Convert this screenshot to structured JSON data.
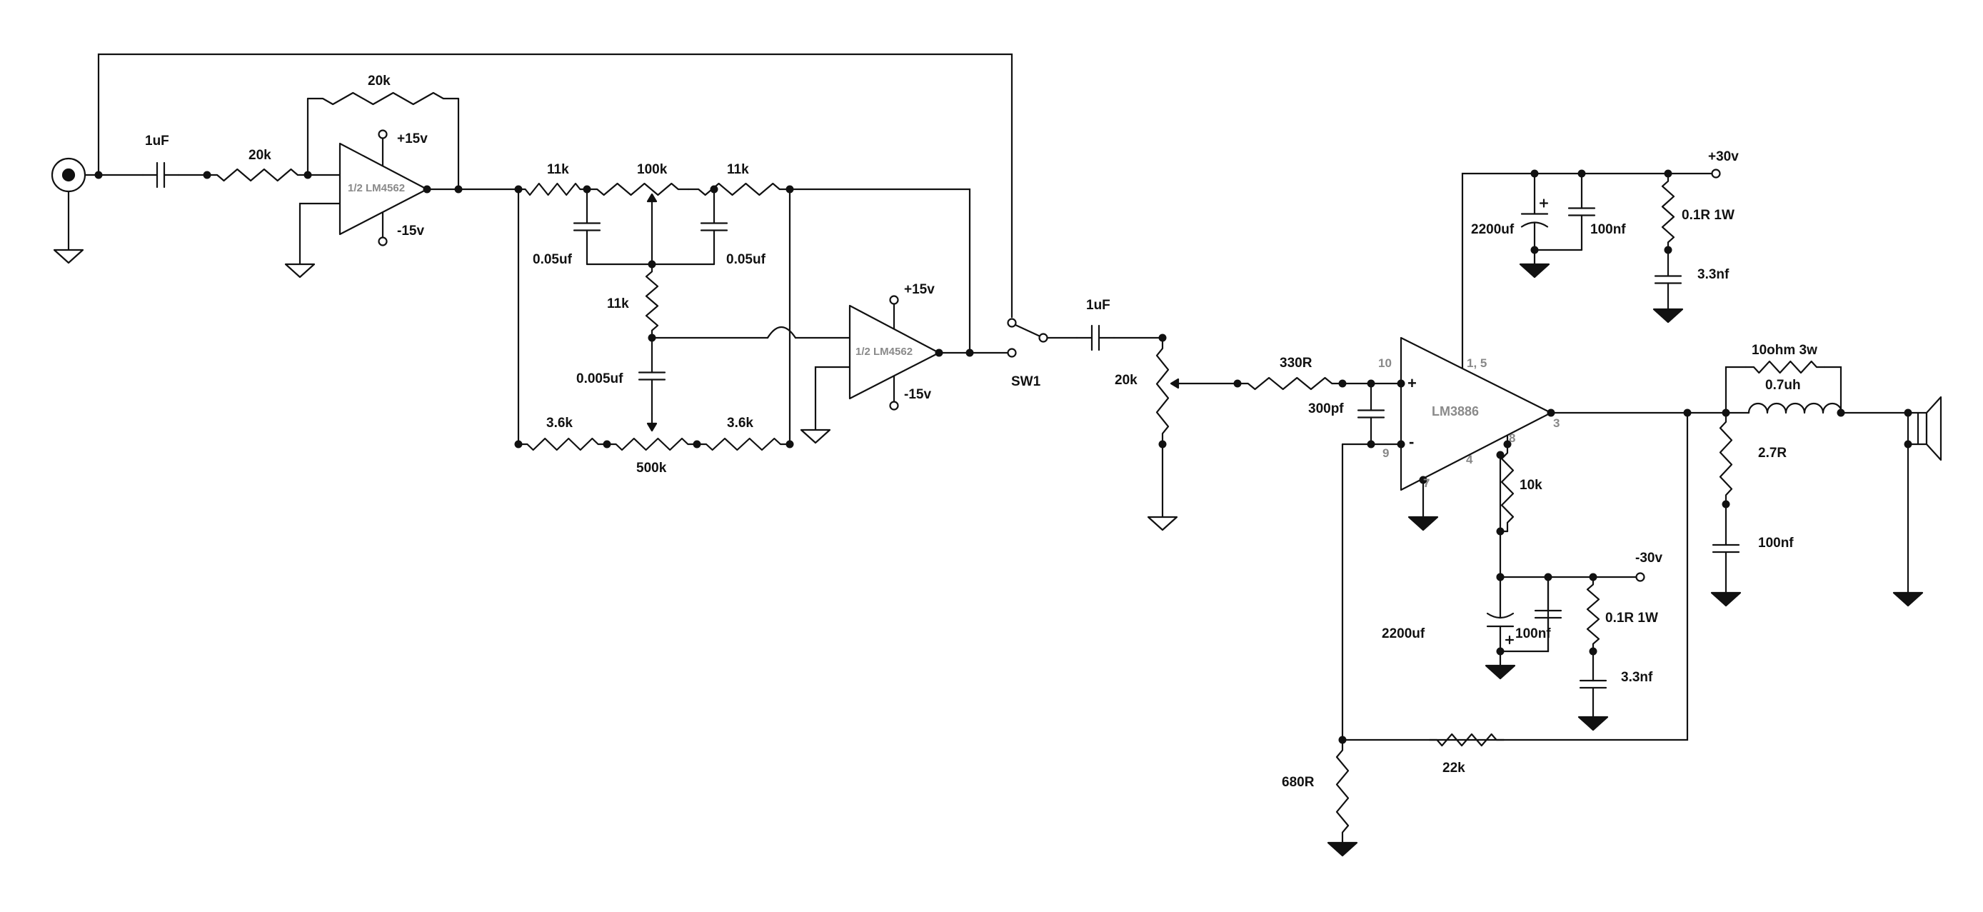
{
  "input_stage": {
    "coupling_cap": "1uF",
    "input_resistor": "20k",
    "feedback_resistor": "20k",
    "opamp": "1/2 LM4562",
    "supply_pos": "+15v",
    "supply_neg": "-15v"
  },
  "tone_stack": {
    "r_top_left": "11k",
    "pot_top": "100k",
    "r_top_right": "11k",
    "cap_left": "0.05uf",
    "cap_right": "0.05uf",
    "r_mid": "11k",
    "cap_mid": "0.005uf",
    "r_bot_left": "3.6k",
    "r_bot_right": "3.6k",
    "pot_bottom": "500k"
  },
  "second_stage": {
    "opamp": "1/2 LM4562",
    "supply_pos": "+15v",
    "supply_neg": "-15v",
    "switch": "SW1"
  },
  "volume": {
    "coupling_cap": "1uF",
    "pot": "20k"
  },
  "power_amp": {
    "chip": "LM3886",
    "input_resistor": "330R",
    "input_cap": "300pf",
    "pin_10": "10",
    "pin_9": "9",
    "pin_1_5": "1, 5",
    "pin_3": "3",
    "pin_8": "8",
    "pin_4": "4",
    "pin_7": "7",
    "mute_resistor": "10k",
    "feedback_resistor": "22k",
    "ground_resistor": "680R",
    "plus_sign": "+",
    "minus_sign": "-"
  },
  "pos_supply": {
    "rail": "+30v",
    "cap_bulk": "2200uf",
    "cap_bypass": "100nf",
    "resistor": "0.1R 1W",
    "cap_small": "3.3nf"
  },
  "neg_supply": {
    "rail": "-30v",
    "cap_bulk": "2200uf",
    "cap_bypass": "100nf",
    "resistor": "0.1R 1W",
    "cap_small": "3.3nf"
  },
  "output_network": {
    "damping_resistor": "10ohm 3w",
    "inductor": "0.7uh",
    "zobel_resistor": "2.7R",
    "zobel_cap": "100nf"
  }
}
